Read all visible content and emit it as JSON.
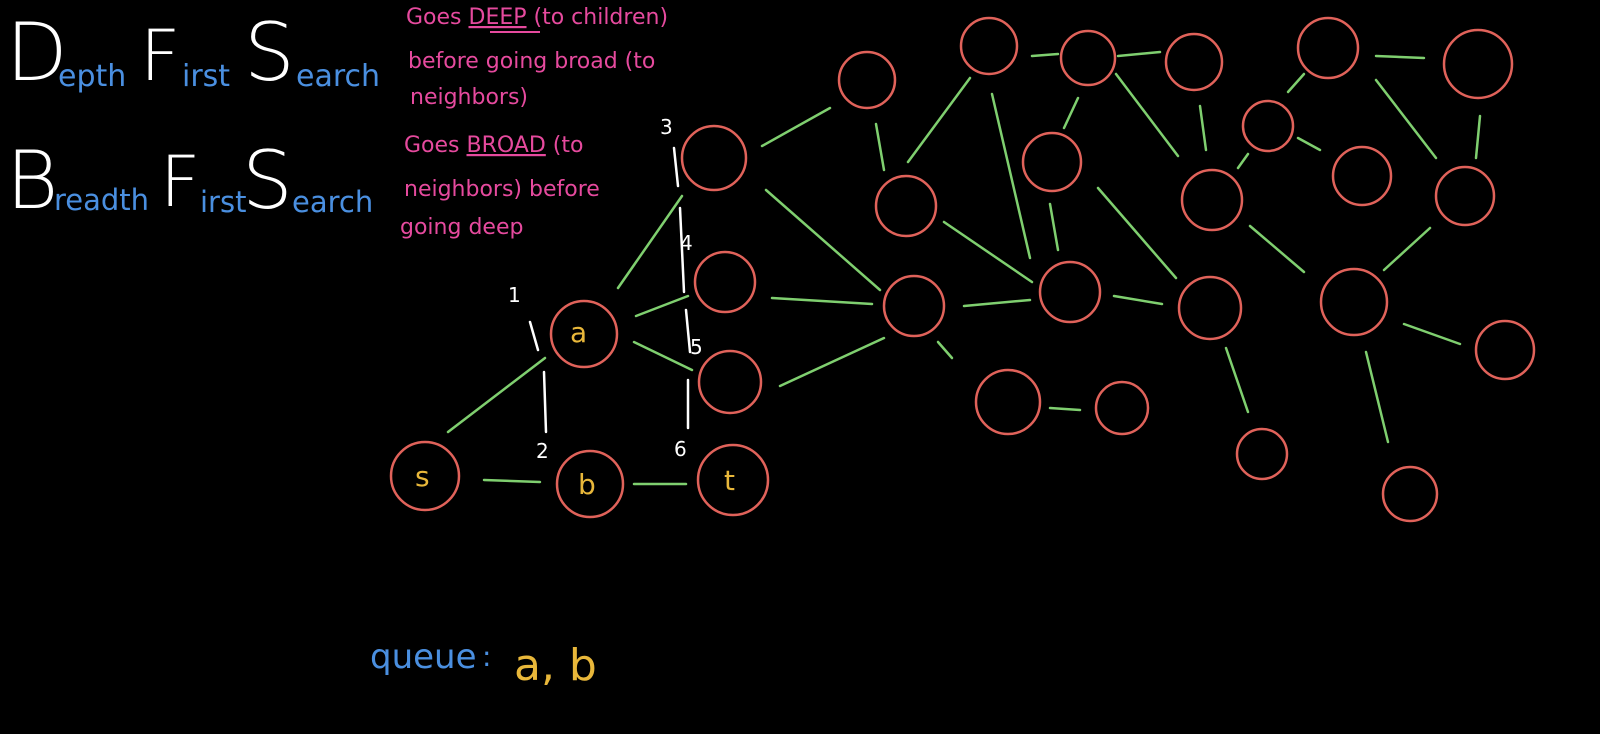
{
  "titles": {
    "dfs": {
      "l1": "D",
      "w1": "epth",
      "l2": "F",
      "w2": "irst",
      "l3": "S",
      "w3": "earch"
    },
    "bfs": {
      "l1": "B",
      "w1": "readth",
      "l2": "F",
      "w2": "irst",
      "l3": "S",
      "w3": "earch"
    }
  },
  "notes": {
    "dfs": {
      "line1a": "Goes ",
      "line1b": "DEEP",
      "line1c": " (to children)",
      "line2": "before going broad (to",
      "line3": "neighbors)"
    },
    "bfs": {
      "line1a": "Goes ",
      "line1b": "BROAD",
      "line1c": " (to",
      "line2": "neighbors) before",
      "line3": "going deep"
    }
  },
  "graph": {
    "labels": {
      "s": "s",
      "a": "a",
      "b": "b",
      "t": "t"
    },
    "step_numbers": [
      "1",
      "2",
      "3",
      "4",
      "5",
      "6"
    ]
  },
  "queue": {
    "label": "queue",
    "separator": ":",
    "contents": "a, b"
  },
  "colors": {
    "background": "#000000",
    "title_letters": "#ffffff",
    "title_words": "#4a8fe0",
    "notes": "#e64a9e",
    "nodes": "#e0625a",
    "edges": "#7fcf6f",
    "node_labels": "#e8b73a",
    "queue_label": "#4a8fe0"
  }
}
